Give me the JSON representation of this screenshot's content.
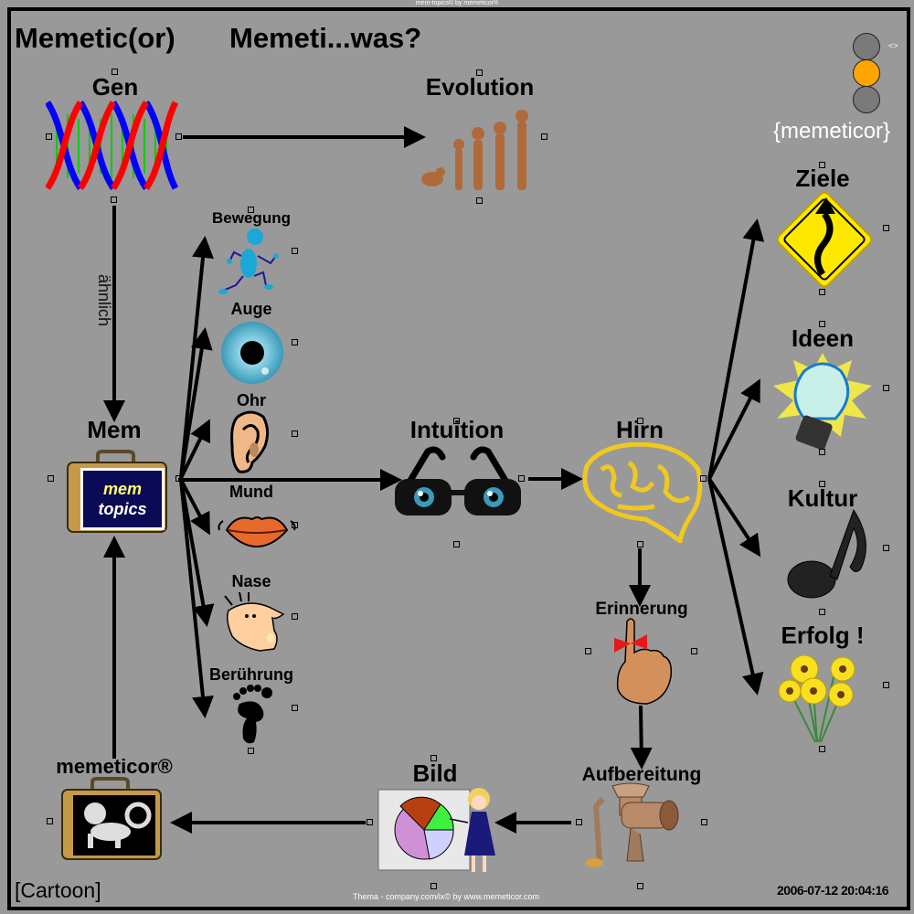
{
  "header": {
    "top_credit": "mem-topics© by memeticor®",
    "title_left": "Memetic(or)",
    "title_right": "Memeti...was?",
    "toggle_label": "<>",
    "brand": "{memeticor}"
  },
  "traffic_light": {
    "lights": [
      "off",
      "on",
      "off"
    ],
    "active_color": "#ffa500"
  },
  "nodes": {
    "gen": "Gen",
    "evolution": "Evolution",
    "mem": "Mem",
    "memeticor": "memeticor®",
    "bewegung": "Bewegung",
    "auge": "Auge",
    "ohr": "Ohr",
    "mund": "Mund",
    "nase": "Nase",
    "beruehrung": "Berührung",
    "intuition": "Intuition",
    "hirn": "Hirn",
    "erinnerung": "Erinnerung",
    "aufbereitung": "Aufbereitung",
    "bild": "Bild",
    "ziele": "Ziele",
    "ideen": "Ideen",
    "kultur": "Kultur",
    "erfolg": "Erfolg !"
  },
  "mem_badge": {
    "line1": "mem",
    "line2": "topics"
  },
  "edges": {
    "gen_to_mem_label": "ähnlich"
  },
  "footer": {
    "cartoon": "[Cartoon]",
    "credit": "Thema - company.com/ix© by www.memeticor.com",
    "timestamp": "2006-07-12 20:04:16"
  }
}
